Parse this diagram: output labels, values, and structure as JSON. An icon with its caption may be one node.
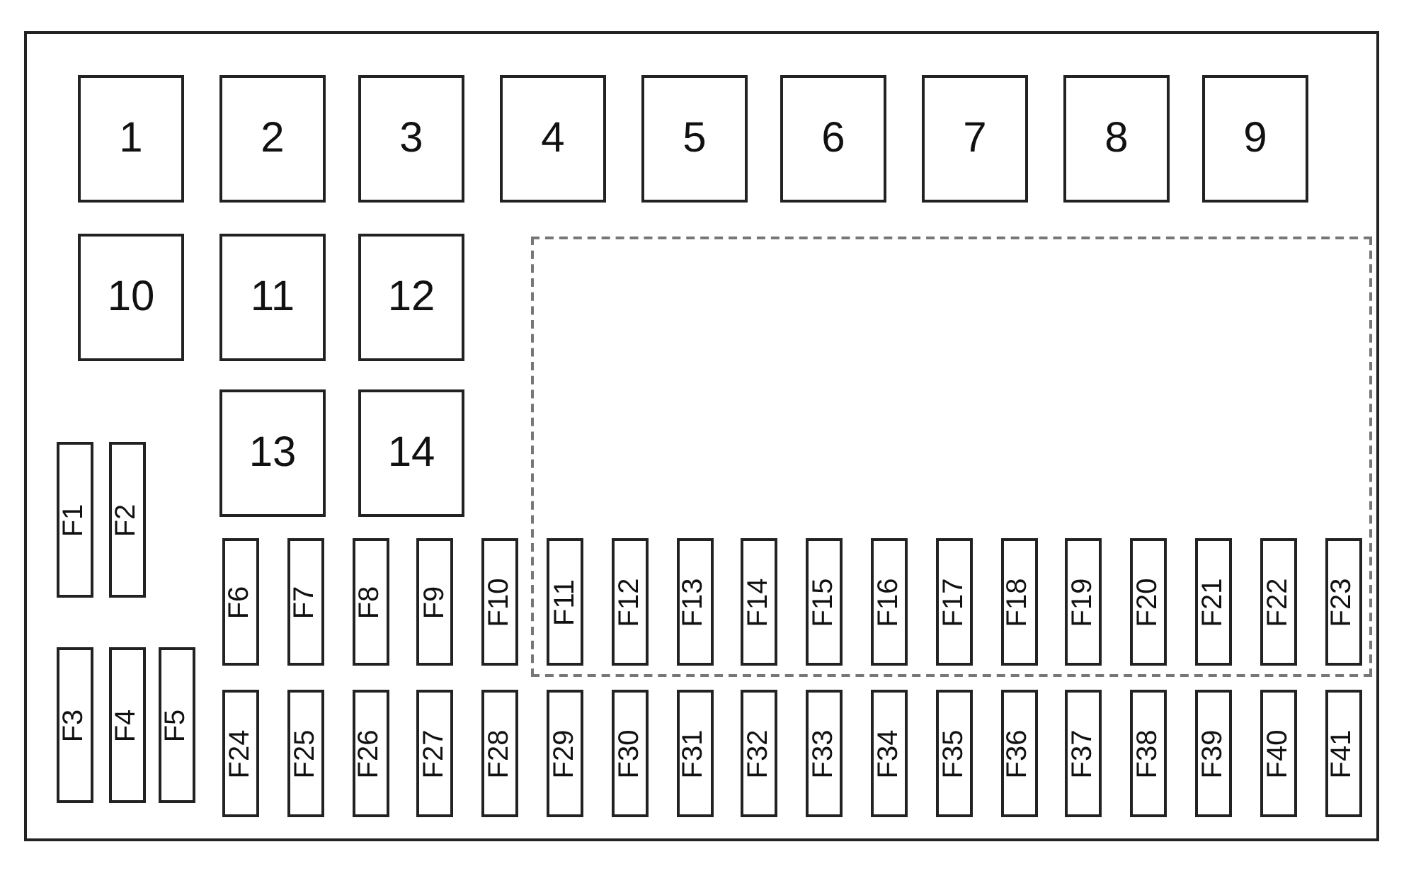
{
  "diagram": {
    "nodes": [
      {
        "text": [
          "1"
        ]
      },
      {
        "text": [
          "2"
        ]
      },
      {
        "text": [
          "3"
        ]
      },
      {
        "text": [
          "4"
        ]
      },
      {
        "text": [
          "5"
        ]
      },
      {
        "text": [
          "6"
        ]
      },
      {
        "text": [
          "7"
        ]
      },
      {
        "text": [
          "8"
        ]
      },
      {
        "text": [
          "9"
        ]
      },
      {
        "text": [
          "10"
        ]
      },
      {
        "text": [
          "11"
        ]
      },
      {
        "text": [
          "12"
        ]
      },
      {
        "text": [
          "13"
        ]
      },
      {
        "text": [
          "14"
        ]
      },
      {
        "text": [],
        "shape": "box"
      },
      {
        "text": [
          "F1"
        ]
      },
      {
        "text": [
          "F2"
        ]
      },
      {
        "text": [
          "F3"
        ]
      },
      {
        "text": [
          "F4"
        ]
      },
      {
        "text": [
          "F5"
        ]
      },
      {
        "text": [
          "F6"
        ]
      },
      {
        "text": [
          "F7"
        ]
      },
      {
        "text": [
          "F8"
        ]
      },
      {
        "text": [
          "F9"
        ]
      },
      {
        "text": [
          "F10"
        ]
      },
      {
        "text": [
          "F11"
        ],
        "in": 14
      },
      {
        "text": [
          "F12"
        ],
        "in": 14
      },
      {
        "text": [
          "F13"
        ],
        "in": 14
      },
      {
        "text": [
          "F14"
        ],
        "in": 14
      },
      {
        "text": [
          "F15"
        ],
        "in": 14
      },
      {
        "text": [
          "F16"
        ],
        "in": 14
      },
      {
        "text": [
          "F17"
        ],
        "in": 14
      },
      {
        "text": [
          "F18"
        ],
        "in": 14
      },
      {
        "text": [
          "F19"
        ],
        "in": 14
      },
      {
        "text": [
          "F20"
        ],
        "in": 14
      },
      {
        "text": [
          "F21"
        ],
        "in": 14
      },
      {
        "text": [
          "F22"
        ],
        "in": 14
      },
      {
        "text": [
          "F23"
        ],
        "in": 14
      },
      {
        "text": [
          "F24"
        ]
      },
      {
        "text": [
          "F25"
        ]
      },
      {
        "text": [
          "F26"
        ]
      },
      {
        "text": [
          "F27"
        ]
      },
      {
        "text": [
          "F28"
        ]
      },
      {
        "text": [
          "F29"
        ]
      },
      {
        "text": [
          "F30"
        ]
      },
      {
        "text": [
          "F31"
        ]
      },
      {
        "text": [
          "F32"
        ]
      },
      {
        "text": [
          "F33"
        ]
      },
      {
        "text": [
          "F34"
        ]
      },
      {
        "text": [
          "F35"
        ]
      },
      {
        "text": [
          "F36"
        ]
      },
      {
        "text": [
          "F37"
        ]
      },
      {
        "text": [
          "F38"
        ]
      },
      {
        "text": [
          "F39"
        ]
      },
      {
        "text": [
          "F40"
        ]
      },
      {
        "text": [
          "F41"
        ]
      }
    ]
  }
}
